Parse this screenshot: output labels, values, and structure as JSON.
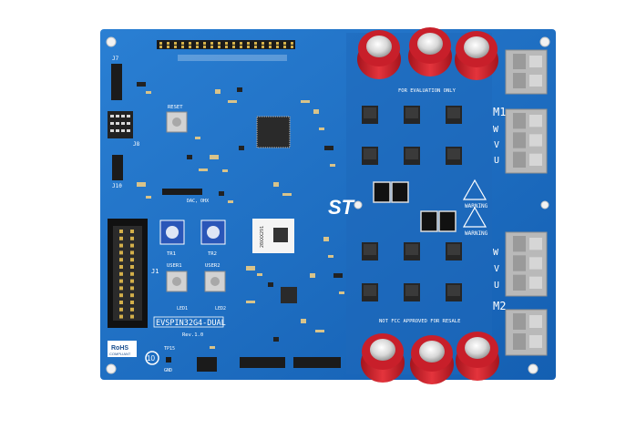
{
  "board": {
    "name_label": "EVSPIN32G4-DUAL",
    "revision": "Rev.1.0",
    "eval_note": "FOR EVALUATION ONLY",
    "fcc_note": "NOT FCC APPROVED FOR RESALE",
    "rohs": "RoHS",
    "rohs_sub": "COMPLIANT",
    "years_badge": "10",
    "warning_1": "WARNING",
    "warning_2": "WARNING",
    "motor_1": "M1",
    "motor_2": "M2",
    "phase_w1": "W",
    "phase_v1": "V",
    "phase_u1": "U",
    "phase_w2": "W",
    "phase_v2": "V",
    "phase_u2": "U",
    "reset": "RESET",
    "user1": "USER1",
    "user2": "USER2",
    "led1": "LED1",
    "led2": "LED2",
    "tr1": "TR1",
    "tr2": "TR2",
    "dac": "DAC, OHX",
    "j1": "J1",
    "j7": "J7",
    "j8": "J8",
    "j10": "J10",
    "tp15": "TP15",
    "gnd": "GND",
    "serial": "20XXX291"
  },
  "colors": {
    "pcb": "#1a6fc4",
    "pcb_dark": "#0f4f96",
    "capacitor": "#d9242f",
    "terminal": "#b9b9b9",
    "silkscreen": "#ffffff"
  }
}
